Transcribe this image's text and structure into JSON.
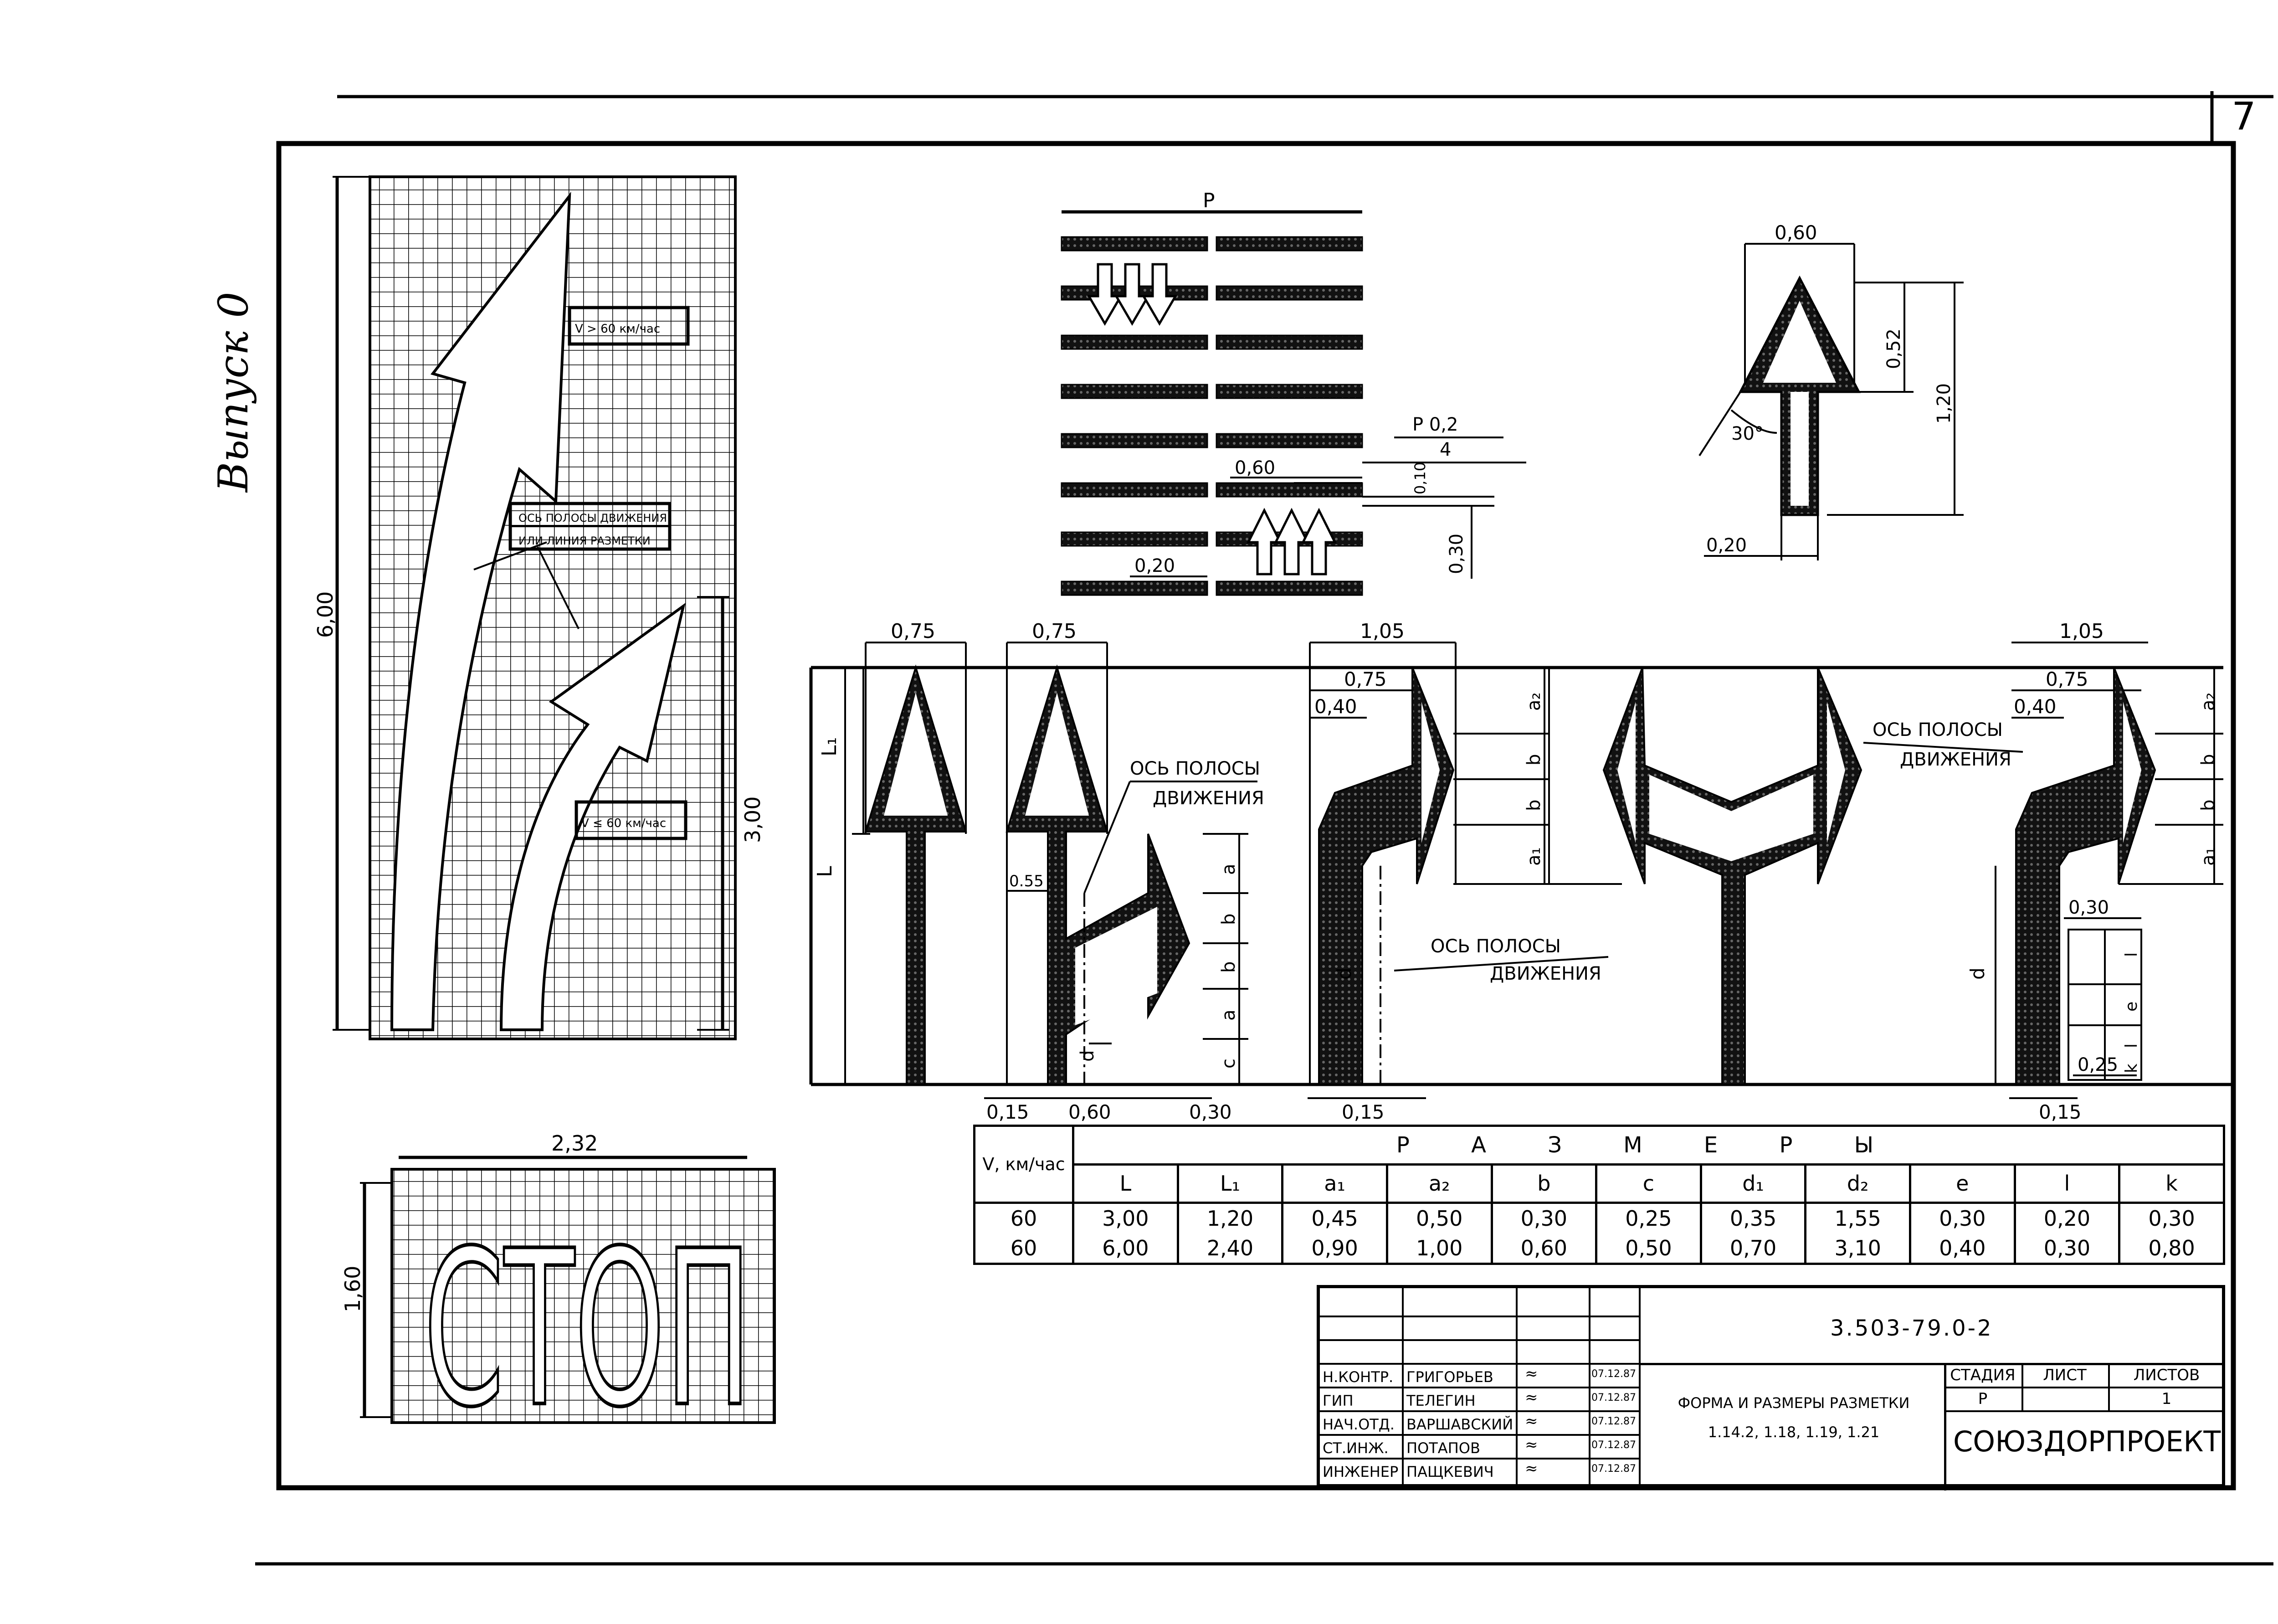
{
  "sheet": {
    "number": "7",
    "series": "Выпуск 0",
    "doc_code": "3.503-79.0-2",
    "title_line1": "ФОРМА И РАЗМЕРЫ РАЗМЕТКИ",
    "title_line2": "1.14.2, 1.18, 1.19, 1.21",
    "company": "СОЮЗДОРПРОЕКТ",
    "stage_headers": [
      "СТАДИЯ",
      "ЛИСТ",
      "ЛИСТОВ"
    ],
    "stage_values": [
      "Р",
      "",
      "1"
    ]
  },
  "signatures": [
    {
      "role": "Н.КОНТР.",
      "name": "ГРИГОРЬЕВ",
      "date": "07.12.87"
    },
    {
      "role": "ГИП",
      "name": "ТЕЛЕГИН",
      "date": "07.12.87"
    },
    {
      "role": "НАЧ.ОТД.",
      "name": "ВАРШАВСКИЙ",
      "date": "07.12.87"
    },
    {
      "role": "СТ.ИНЖ.",
      "name": "ПОТАПОВ",
      "date": "07.12.87"
    },
    {
      "role": "ИНЖЕНЕР",
      "name": "ПАЩКЕВИЧ",
      "date": "07.12.87"
    }
  ],
  "grid_arrows": {
    "length_big": "6,00",
    "length_small": "3,00",
    "speed_high": "V > 60 км/час",
    "speed_low": "V ≤ 60 км/час",
    "axis_note_1": "ОСЬ ПОЛОСЫ ДВИЖЕНИЯ",
    "axis_note_2": "ИЛИ ЛИНИЯ РАЗМЕТКИ"
  },
  "stop_marking": {
    "width": "2,32",
    "height": "1,60",
    "text": "СТОП"
  },
  "crosswalk": {
    "label_p": "Р",
    "fraction_num": "Р  0,2",
    "fraction_den": "4",
    "dim_060": "0,60",
    "dim_010": "0,10",
    "dim_030": "0,30",
    "dim_020": "0,20"
  },
  "small_arrow": {
    "w": "0,60",
    "head": "0,52",
    "total": "1,20",
    "angle": "30°",
    "stem": "0,20"
  },
  "arrows": {
    "d075a": "0,75",
    "d075b": "0,75",
    "d105a": "1,05",
    "d075c": "0,75",
    "d040a": "0,40",
    "d105b": "1,05",
    "d075d": "0,75",
    "d040b": "0,40",
    "d055": "0.55",
    "d030": "0,30",
    "d025": "0,25",
    "b015a": "0,15",
    "b060": "0,60",
    "b030": "0,30",
    "b015b": "0,15",
    "b015c": "0,15",
    "L": "L",
    "L1": "L₁",
    "axis_a": "ОСЬ ПОЛОСЫ",
    "axis_b": "ДВИЖЕНИЯ",
    "letters": {
      "a1": "a₁",
      "a2": "a₂",
      "b": "b",
      "a": "a",
      "d": "d",
      "c": "c",
      "e": "e",
      "l": "l",
      "k": "k"
    }
  },
  "table": {
    "speed_header": "V, км/час",
    "group_header": "Р А З М Е Р Ы",
    "columns": [
      "L",
      "L₁",
      "a₁",
      "a₂",
      "b",
      "c",
      "d₁",
      "d₂",
      "e",
      "l",
      "k"
    ],
    "rows": [
      {
        "v": "60",
        "values": [
          "3,00",
          "1,20",
          "0,45",
          "0,50",
          "0,30",
          "0,25",
          "0,35",
          "1,55",
          "0,30",
          "0,20",
          "0,30"
        ]
      },
      {
        "v": "60",
        "values": [
          "6,00",
          "2,40",
          "0,90",
          "1,00",
          "0,60",
          "0,50",
          "0,70",
          "3,10",
          "0,40",
          "0,30",
          "0,80"
        ]
      }
    ]
  }
}
